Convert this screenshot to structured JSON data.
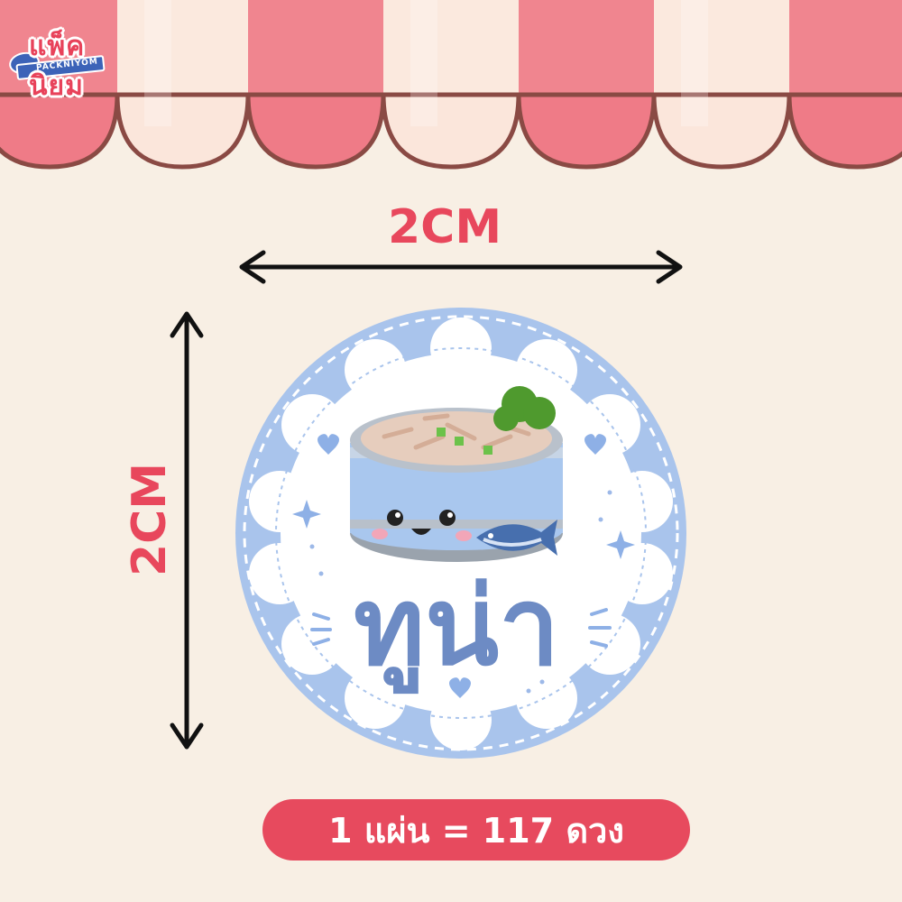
{
  "brand": {
    "logo_top": "แพ็ค",
    "logo_sub": "PACKNIYOM",
    "logo_bottom": "นิยม"
  },
  "dimensions": {
    "width_label": "2CM",
    "height_label": "2CM"
  },
  "sticker": {
    "title": "ทูน่า",
    "illustration": "tuna-can-icon"
  },
  "quantity": {
    "text": "1 แผ่น = 117 ดวง"
  },
  "colors": {
    "background": "#f8efe4",
    "awning_pink": "#f0858f",
    "awning_cream": "#fbe9de",
    "accent_red": "#e74a5e",
    "sticker_blue": "#a9c4ec",
    "title_blue": "#6d8bc4"
  }
}
